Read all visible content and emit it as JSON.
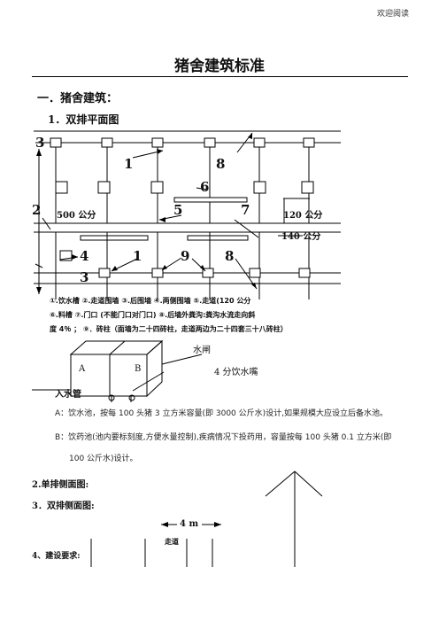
{
  "header": {
    "right_text": "欢迎阅读"
  },
  "title": "猪舍建筑标准",
  "section1": "一．猪舍建筑：",
  "sub1": "1．双排平面图",
  "plan_labels": {
    "n3a": "3",
    "n1a": "1",
    "n8a": "8",
    "n6": "6",
    "n2": "2",
    "n5": "5",
    "n7": "7",
    "n4": "4",
    "n1b": "1",
    "n9": "9",
    "n8b": "8",
    "n3b": "3",
    "dim500": "500 公分",
    "dim120": "120 公分",
    "dim140": "140 公分"
  },
  "legend": {
    "line1": "①.饮水槽    ②.走道围墙    ③.后围墙    ④.两侧围墙    ⑤.走道(120 公分",
    "line2": "⑥.料槽    ⑦.门口 (不能门口对门口)    ⑧.后墙外粪沟:粪沟水流走向斜",
    "line3": "度 4％ ；    ⑨．砖柱（面墙为二十四砖柱，走道两边为二十四套三十八砖柱）"
  },
  "tank": {
    "label_a": "A",
    "label_b": "B",
    "water_gate": "水闸",
    "faucet": "4 分饮水嘴",
    "inlet": "入水管"
  },
  "para_a": "A：饮水池，按每 100 头猪 3 立方米容量(即 3000 公斤水)设计,如果规模大应设立后备水池。",
  "para_b1": "B：饮药池(池内要标刻度,方便水量控制),疾病情况下投药用，容量按每 100 头猪 0.1 立方米(即",
  "para_b2": "100 公斤水)设计。",
  "sub2": "2.单排侧面图:",
  "sub3": "3．双排侧面图:",
  "dim4m": "4 m",
  "aisle": "走道",
  "sub4": "4、建设要求:"
}
